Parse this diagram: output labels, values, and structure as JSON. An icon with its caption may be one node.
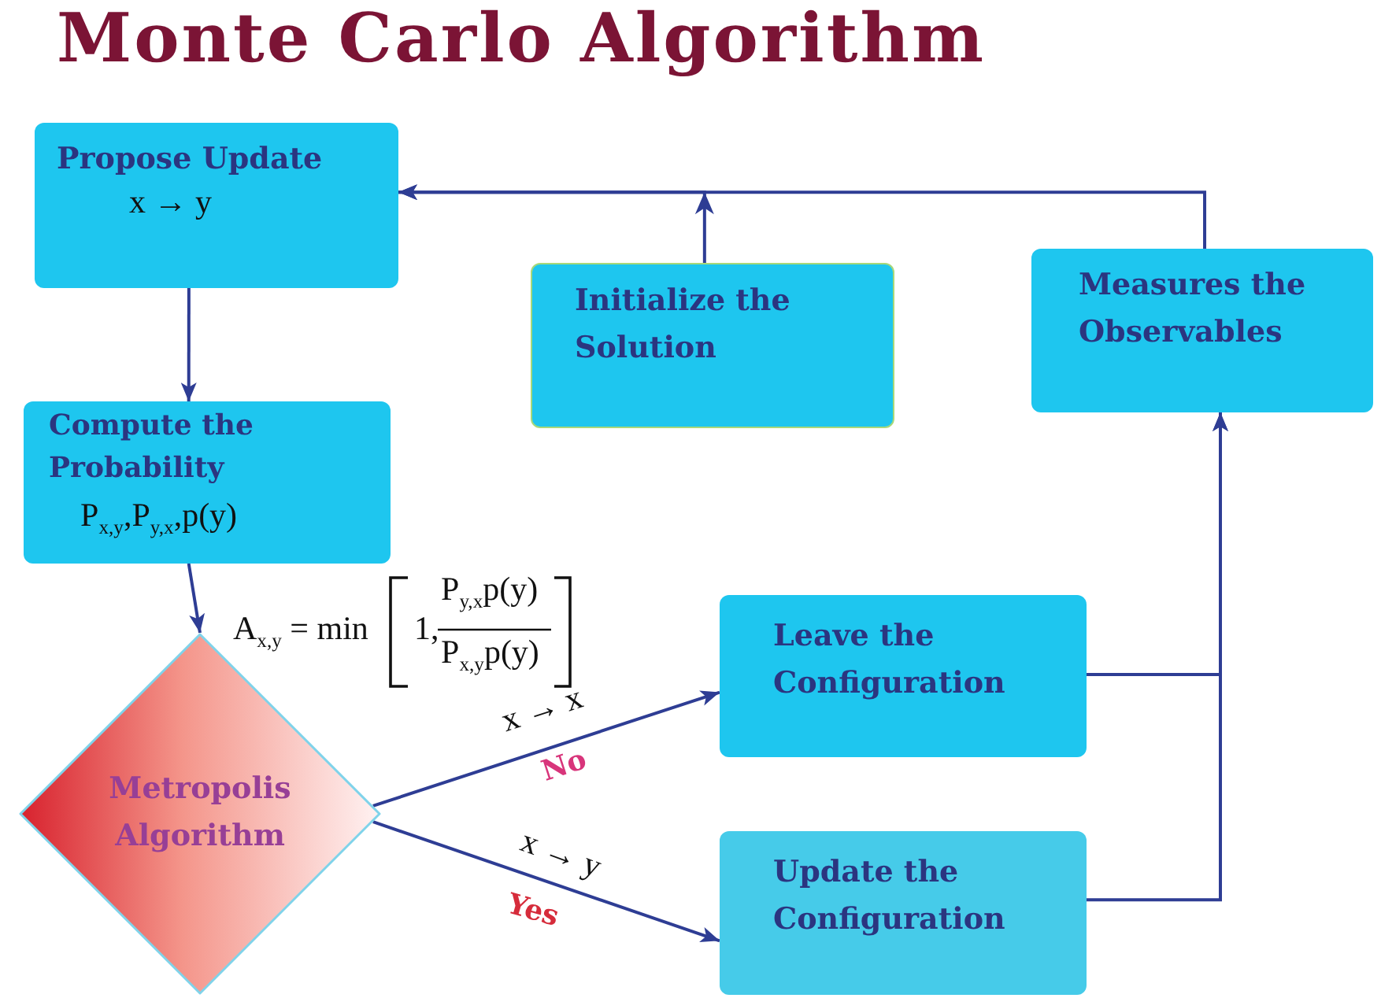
{
  "diagram": {
    "title": "Monte Carlo Algorithm",
    "nodes": [
      {
        "text": [
          "Propose Update",
          "x → y"
        ]
      },
      {
        "text": [
          "Initialize the Solution"
        ]
      },
      {
        "text": [
          "Measures the Observables"
        ]
      },
      {
        "text": [
          "Compute the Probability",
          "P$_{x,y}$,P$_{y,x}$,p(y)"
        ]
      },
      {
        "text": [
          "Metropolis Algorithm"
        ]
      },
      {
        "text": [
          "Leave the Configuration"
        ]
      },
      {
        "text": [
          "Update the Configuration"
        ]
      }
    ],
    "edges": [
      {
        "from": 1,
        "to": 0,
        "arrow": "to"
      },
      {
        "from": 2,
        "to": 0,
        "arrow": "to"
      },
      {
        "from": 0,
        "to": 3,
        "arrow": "to"
      },
      {
        "from": 3,
        "to": 4,
        "arrow": "to"
      },
      {
        "from": 4,
        "to": 5,
        "arrow": "to",
        "label": "x → x"
      },
      {
        "from": 4,
        "to": 6,
        "arrow": "to",
        "label": "x → y"
      },
      {
        "from": 5,
        "to": 2,
        "arrow": "to"
      },
      {
        "from": 6,
        "to": 2,
        "arrow": "to"
      }
    ],
    "labels": [
      "A$_{x,y}$ = min",
      "1,",
      "P$_{y,x}$p(y)",
      "P$_{x,y}$p(y)",
      "No",
      "Yes"
    ]
  }
}
